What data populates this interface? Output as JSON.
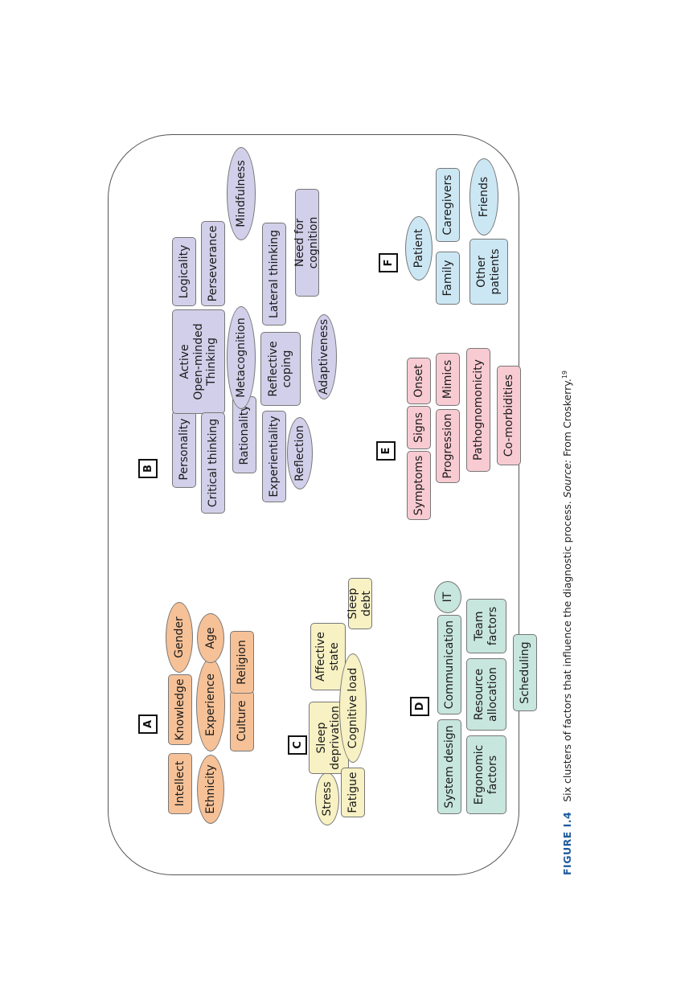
{
  "figure": {
    "label": "FIGURE I.4",
    "caption": "Six clusters of factors that influence the diagnostic process.",
    "source_label": "Source:",
    "source_text": "From Croskerry.",
    "reference": "19"
  },
  "colors": {
    "cluster_a": "#f6c197",
    "cluster_b": "#d2cfea",
    "cluster_c": "#f7f1c3",
    "cluster_d": "#c7e6dd",
    "cluster_e": "#f8cbd2",
    "cluster_f": "#cce7f4",
    "frame": "#555555",
    "caption_label": "#1f5b9e"
  },
  "clusters": {
    "a": {
      "letter": "A",
      "items": {
        "intellect": "Intellect",
        "knowledge": "Knowledge",
        "gender": "Gender",
        "ethnicity": "Ethnicity",
        "experience": "Experience",
        "age": "Age",
        "culture": "Culture",
        "religion": "Religion"
      }
    },
    "b": {
      "letter": "B",
      "items": {
        "personality": "Personality",
        "active_open_minded": "Active\nOpen-minded\nThinking",
        "logicality": "Logicality",
        "critical_thinking": "Critical thinking",
        "perseverance": "Perseverance",
        "mindfulness": "Mindfulness",
        "rationality": "Rationality",
        "metacognition": "Metacognition",
        "experientiality": "Experientiality",
        "reflective_coping": "Reflective\ncoping",
        "lateral_thinking": "Lateral thinking",
        "reflection": "Reflection",
        "adaptiveness": "Adaptiveness",
        "need_for_cognition": "Need for cognition"
      }
    },
    "c": {
      "letter": "C",
      "items": {
        "stress": "Stress",
        "sleep_deprivation": "Sleep\ndeprivation",
        "affective_state": "Affective\nstate",
        "fatigue": "Fatigue",
        "cognitive_load": "Cognitive load",
        "sleep_debt": "Sleep debt"
      }
    },
    "d": {
      "letter": "D",
      "items": {
        "system_design": "System design",
        "communication": "Communication",
        "it": "IT",
        "ergonomic_factors": "Ergonomic\nfactors",
        "resource_allocation": "Resource\nallocation",
        "team_factors": "Team\nfactors",
        "scheduling": "Scheduling"
      }
    },
    "e": {
      "letter": "E",
      "items": {
        "symptoms": "Symptoms",
        "signs": "Signs",
        "onset": "Onset",
        "progression": "Progression",
        "mimics": "Mimics",
        "pathognomonicity": "Pathognomonicity",
        "co_morbidities": "Co-morbidities"
      }
    },
    "f": {
      "letter": "F",
      "items": {
        "patient": "Patient",
        "family": "Family",
        "caregivers": "Caregivers",
        "other_patients": "Other\npatients",
        "friends": "Friends"
      }
    }
  }
}
